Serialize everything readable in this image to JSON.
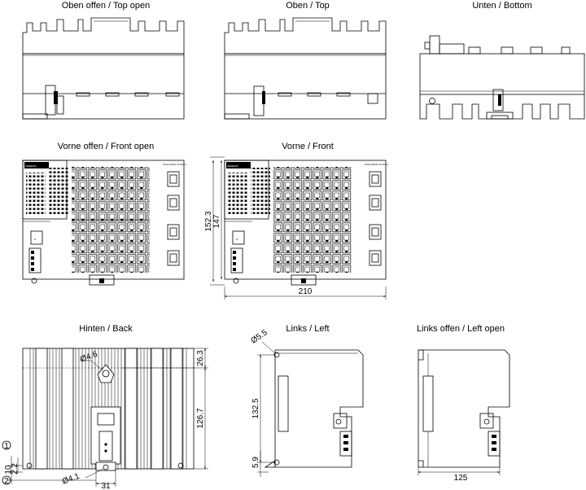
{
  "views": {
    "top_open": "Oben offen / Top open",
    "top": "Oben / Top",
    "bottom": "Unten / Bottom",
    "front_open": "Vorne offen / Front open",
    "front": "Vorne / Front",
    "back": "Hinten / Back",
    "left": "Links / Left",
    "left_open": "Links offen / Left open"
  },
  "dimensions": {
    "front_height_outer": "152.3",
    "front_height_inner": "147",
    "front_width": "210",
    "back_top": "26.3",
    "back_hole": "Ø4.6",
    "back_height": "126.7",
    "back_bottom_hole": "Ø4.1",
    "back_rail_width": "31",
    "back_offset_small": "2.2",
    "back_offset_large": "10",
    "left_hole": "Ø5.5",
    "left_height": "132.5",
    "left_bottom": "5.9",
    "left_open_depth": "125"
  },
  "markers": {
    "one": "1",
    "two": "2"
  },
  "brand": {
    "siemens": "SIEMENS",
    "model": "SCALANCE XC424-4"
  }
}
